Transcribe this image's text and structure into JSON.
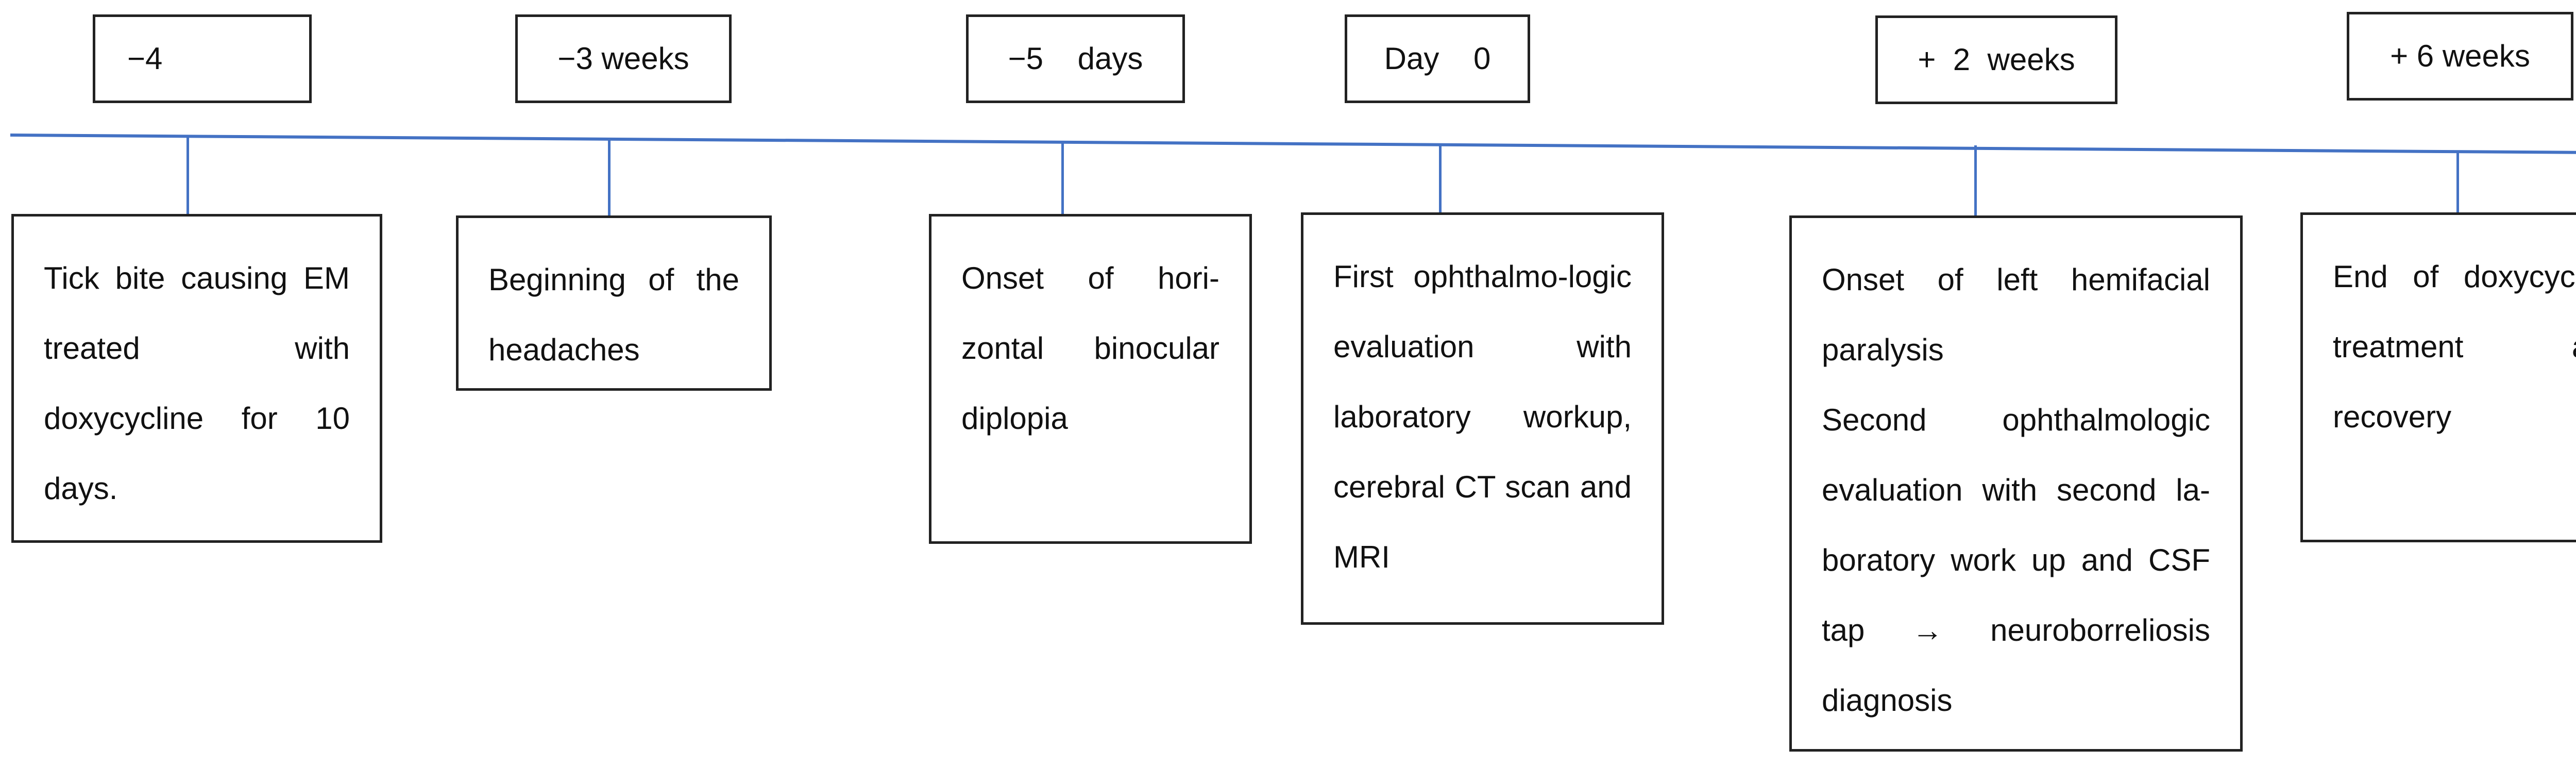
{
  "timeline": {
    "accent_color": "#4472C4",
    "labels": [
      {
        "text": "−4"
      },
      {
        "text": "−3 weeks"
      },
      {
        "text": "−5    days"
      },
      {
        "text": "Day    0"
      },
      {
        "text": "+  2  weeks"
      },
      {
        "text": "+ 6 weeks"
      }
    ],
    "events": [
      {
        "text": "Tick bite causing EM treated with doxycycline for 10 days."
      },
      {
        "text": "Beginning of the headaches"
      },
      {
        "text": "Onset of hori-zontal binocular diplopia"
      },
      {
        "text": "First ophthalmo-logic evaluation with laboratory workup, cerebral CT scan and MRI"
      },
      {
        "text": "Onset of left hemifacial paralysis"
      },
      {
        "text": "Second ophthalmologic evaluation with second la-boratory work up and CSF tap → neuroborreliosis diagnosis"
      },
      {
        "text": "End of doxycycline treatment and recovery"
      }
    ]
  }
}
